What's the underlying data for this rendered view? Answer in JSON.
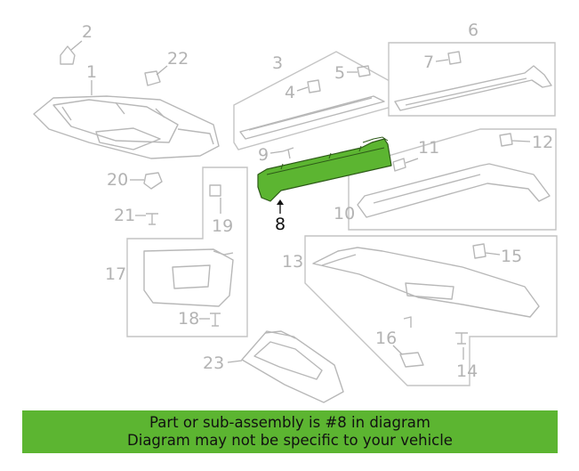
{
  "diagram": {
    "highlight_color": "#5cb531",
    "callouts": {
      "c1": "1",
      "c2": "2",
      "c3": "3",
      "c4": "4",
      "c5": "5",
      "c6": "6",
      "c7": "7",
      "c8": "8",
      "c9": "9",
      "c10": "10",
      "c11": "11",
      "c12": "12",
      "c13": "13",
      "c14": "14",
      "c15": "15",
      "c16": "16",
      "c17": "17",
      "c18": "18",
      "c19": "19",
      "c20": "20",
      "c21": "21",
      "c22": "22",
      "c23": "23"
    },
    "highlighted_part": "8"
  },
  "banner": {
    "line1": "Part or sub-assembly is #8 in diagram",
    "line2": "Diagram may not be specific to your vehicle",
    "background": "#5cb531"
  }
}
